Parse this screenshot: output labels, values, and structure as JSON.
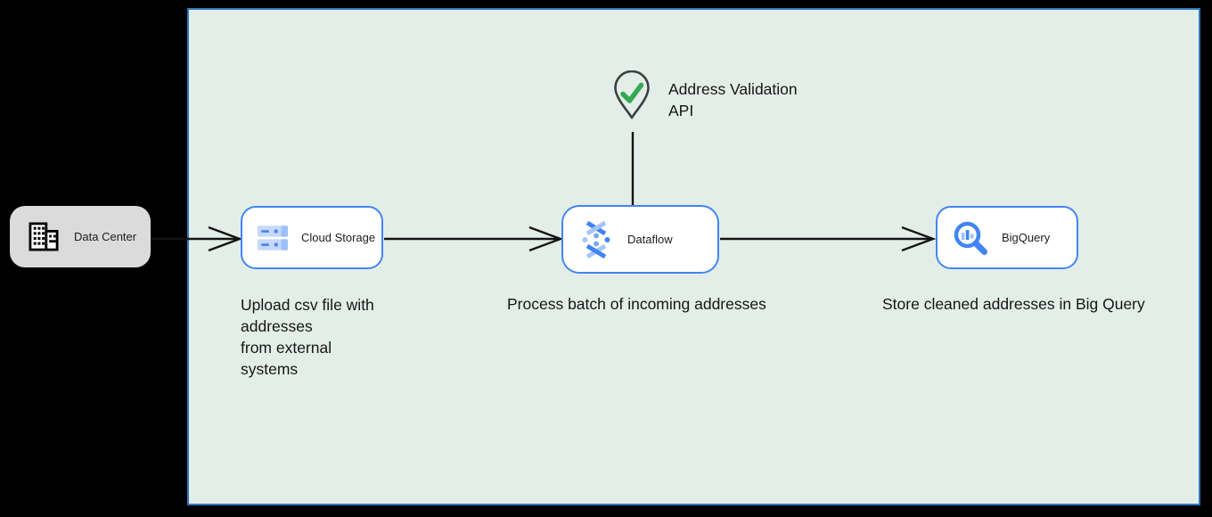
{
  "colors": {
    "canvas_bg": "#000000",
    "panel_bg": "#E4EEE8",
    "panel_border": "#2E78BE",
    "node_border": "#4285F4",
    "node_bg": "#FFFFFF",
    "datacenter_bg": "#DBDBDB",
    "text": "#161616",
    "arrow": "#141414",
    "check_green": "#34A853",
    "pin_outline": "#3C4043"
  },
  "diagram": {
    "nodes": {
      "data_center": {
        "label": "Data Center",
        "icon": "building-icon"
      },
      "cloud_storage": {
        "label": "Cloud Storage",
        "icon": "cloud-storage-icon"
      },
      "dataflow": {
        "label": "Dataflow",
        "icon": "dataflow-icon"
      },
      "bigquery": {
        "label": "BigQuery",
        "icon": "bigquery-icon"
      },
      "address_validation": {
        "label": "Address Validation\nAPI",
        "icon": "map-pin-check-icon"
      }
    },
    "annotations": {
      "upload": "Upload csv file with\naddresses\nfrom external\nsystems",
      "process": "Process batch of incoming addresses",
      "store": "Store cleaned addresses in Big Query"
    },
    "connections": [
      {
        "from": "data_center",
        "to": "cloud_storage",
        "style": "open-arrow"
      },
      {
        "from": "cloud_storage",
        "to": "dataflow",
        "style": "open-arrow"
      },
      {
        "from": "dataflow",
        "to": "bigquery",
        "style": "open-arrow"
      },
      {
        "from": "address_validation",
        "to": "dataflow",
        "style": "plain-line"
      }
    ]
  }
}
